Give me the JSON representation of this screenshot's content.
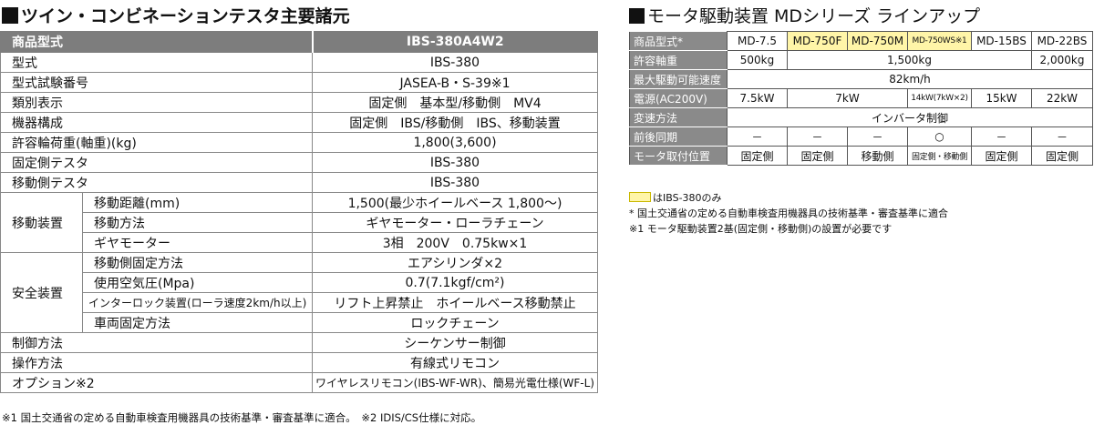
{
  "left": {
    "title": "ツイン・コンビネーションテスタ主要諸元",
    "header": {
      "label": "商品型式",
      "value": "IBS-380A4W2"
    },
    "rows": [
      {
        "label": "型式",
        "value": "IBS-380"
      },
      {
        "label": "型式試験番号",
        "value": "JASEA-B・S-39※1"
      },
      {
        "label": "類別表示",
        "value": "固定側　基本型/移動側　MV4"
      },
      {
        "label": "機器構成",
        "value": "固定側　IBS/移動側　IBS、移動装置"
      },
      {
        "label": "許容輪荷重(軸重)(kg)",
        "value": "1,800(3,600)"
      },
      {
        "label": "固定側テスタ",
        "value": "IBS-380"
      },
      {
        "label": "移動側テスタ",
        "value": "IBS-380"
      }
    ],
    "groups": [
      {
        "label": "移動装置",
        "rows": [
          {
            "label": "移動距離(mm)",
            "value": "1,500(最少ホイールベース 1,800～)"
          },
          {
            "label": "移動方法",
            "value": "ギヤモーター・ローラチェーン"
          },
          {
            "label": "ギヤモーター",
            "value": "3相　200V　0.75kw×1"
          }
        ]
      },
      {
        "label": "安全装置",
        "rows": [
          {
            "label": "移動側固定方法",
            "value": "エアシリンダ×2"
          },
          {
            "label": "使用空気圧(Mpa)",
            "value": "0.7(7.1kgf/cm²)"
          },
          {
            "label": "インターロック装置(ローラ速度2km/h以上)",
            "value": "リフト上昇禁止　ホイールベース移動禁止"
          },
          {
            "label": "車両固定方法",
            "value": "ロックチェーン"
          }
        ]
      }
    ],
    "tail_rows": [
      {
        "label": "制御方法",
        "value": "シーケンサー制御"
      },
      {
        "label": "操作方法",
        "value": "有線式リモコン"
      },
      {
        "label": "オプション※2",
        "value": "ワイヤレスリモコン(IBS-WF-WR)、簡易光電仕様(WF-L)"
      }
    ],
    "footnote": "※1 国土交通省の定める自動車検査用機器具の技術基準・審査基準に適合。　※2 IDIS/CS仕様に対応。"
  },
  "right": {
    "title": "モータ駆動装置 MDシリーズ ラインアップ",
    "model_label": "商品型式*",
    "models": [
      "MD-7.5",
      "MD-750F",
      "MD-750M",
      "MD-750WS※1",
      "MD-15BS",
      "MD-22BS"
    ],
    "axle_label": "許容軸重",
    "axle": [
      "500kg",
      "1,500kg",
      "2,000kg"
    ],
    "speed_label": "最大駆動可能速度",
    "speed": "82km/h",
    "power_label": "電源(AC200V)",
    "power": [
      "7.5kW",
      "7kW",
      "14kW(7kW×2)",
      "15kW",
      "22kW"
    ],
    "shift_label": "変速方法",
    "shift": "インバータ制御",
    "sync_label": "前後同期",
    "sync": [
      "－",
      "－",
      "－",
      "○",
      "－",
      "－"
    ],
    "mount_label": "モータ取付位置",
    "mount": [
      "固定側",
      "固定側",
      "移動側",
      "固定側・移動側",
      "固定側",
      "固定側"
    ],
    "highlight_color": "#fff5a8",
    "note_yellow": "はIBS-380のみ",
    "note_star": "* 国土交通省の定める自動車検査用機器具の技術基準・審査基準に適合",
    "note_kome": "※1 モータ駆動装置2基(固定側・移動側)の設置が必要です"
  }
}
